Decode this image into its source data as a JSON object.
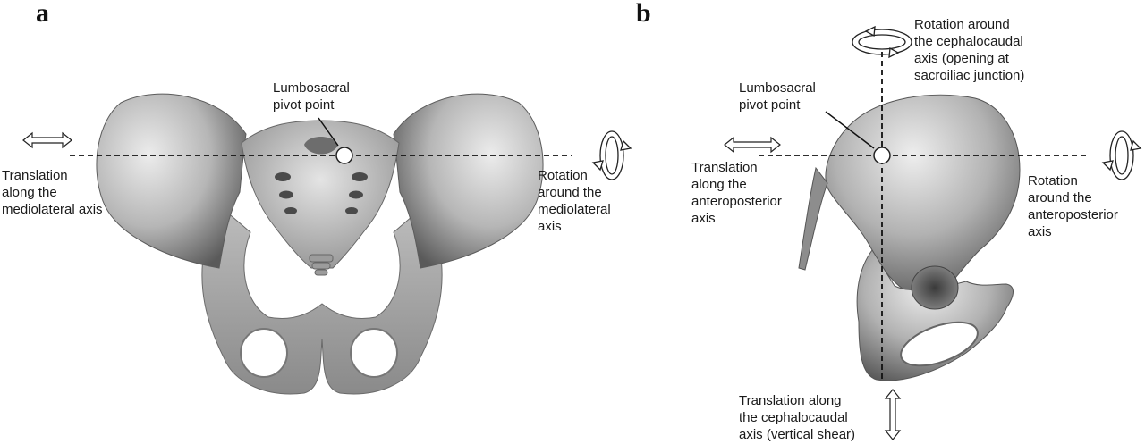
{
  "panel_a": {
    "letter": "a",
    "pivot_label": "Lumbosacral\npivot point",
    "translation_label": "Translation\nalong the\nmediolateral axis",
    "rotation_label": "Rotation\naround the\nmediolateral\naxis"
  },
  "panel_b": {
    "letter": "b",
    "pivot_label": "Lumbosacral\npivot point",
    "top_rotation_label": "Rotation around\nthe cephalocaudal\naxis (opening at\nsacroiliac junction)",
    "translation_label": "Translation\nalong the\nanteroposterior\naxis",
    "rotation_label": "Rotation\naround the\nanteroposterior\naxis",
    "bottom_translation_label": "Translation along\nthe cephalocaudal\naxis (vertical shear)"
  },
  "colors": {
    "bone_light": "#d8d8d8",
    "bone_mid": "#a9a9a9",
    "bone_dark": "#5f5f5f",
    "axis_line": "#111111",
    "text": "#1a1a1a"
  }
}
